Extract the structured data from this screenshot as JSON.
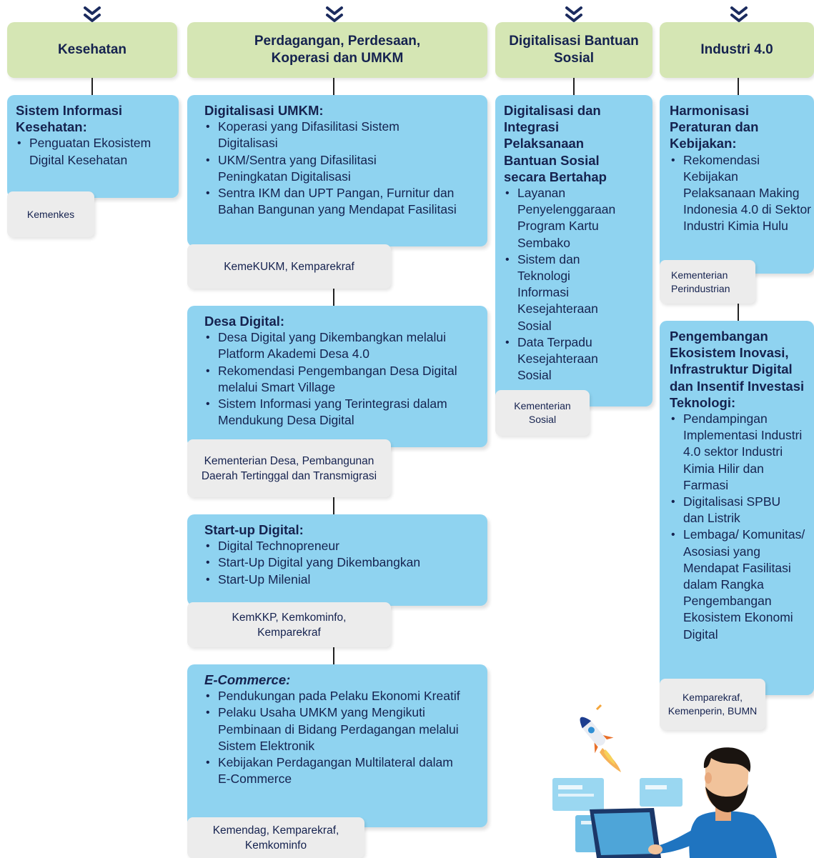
{
  "columns": [
    {
      "header": "Kesehatan",
      "cards": [
        {
          "title": "Sistem Informasi Kesehatan:",
          "items": [
            "Penguatan Ekosistem Digital Kesehatan"
          ],
          "agency": "Kemenkes"
        }
      ]
    },
    {
      "header": "Perdagangan, Perdesaan, Koperasi dan UMKM",
      "cards": [
        {
          "title": "Digitalisasi UMKM:",
          "items": [
            "Koperasi yang Difasilitasi Sistem Digitalisasi",
            "UKM/Sentra yang Difasilitasi Peningkatan Digitalisasi",
            "Sentra IKM dan UPT Pangan, Furnitur dan Bahan Bangunan yang Mendapat Fasilitasi"
          ],
          "agency": "KemeKUKM, Kemparekraf"
        },
        {
          "title": "Desa Digital:",
          "items": [
            "Desa Digital yang Dikembangkan melalui Platform Akademi Desa 4.0",
            "Rekomendasi Pengembangan Desa Digital melalui Smart Village",
            "Sistem Informasi yang Terintegrasi dalam Mendukung Desa Digital"
          ],
          "agency": "Kementerian Desa, Pembangunan Daerah Tertinggal dan Transmigrasi"
        },
        {
          "title": "Start-up Digital:",
          "items": [
            "Digital Technopreneur",
            "Start-Up Digital yang Dikembangkan",
            "Start-Up Milenial"
          ],
          "agency": "KemKKP, Kemkominfo, Kemparekraf"
        },
        {
          "title": "E-Commerce:",
          "items": [
            "Pendukungan pada Pelaku Ekonomi Kreatif",
            "Pelaku Usaha UMKM yang Mengikuti Pembinaan di Bidang Perdagangan melalui Sistem Elektronik",
            "Kebijakan Perdagangan Multilateral dalam E-Commerce"
          ],
          "agency": "Kemendag, Kemparekraf, Kemkominfo"
        }
      ]
    },
    {
      "header": "Digitalisasi Bantuan Sosial",
      "cards": [
        {
          "title": "Digitalisasi dan Integrasi Pelaksanaan Bantuan Sosial secara Bertahap",
          "items": [
            "Layanan Penyelenggaraan Program Kartu Sembako",
            "Sistem dan Teknologi Informasi Kesejahteraan Sosial",
            "Data Terpadu Kesejahteraan Sosial"
          ],
          "agency": "Kementerian Sosial"
        }
      ]
    },
    {
      "header": "Industri 4.0",
      "cards": [
        {
          "title": "Harmonisasi Peraturan dan Kebijakan:",
          "items": [
            "Rekomendasi Kebijakan Pelaksanaan Making Indonesia 4.0 di Sektor Industri Kimia Hulu"
          ],
          "agency": "Kementerian Perindustrian"
        },
        {
          "title": "Pengembangan Ekosistem Inovasi, Infrastruktur Digital dan Insentif Investasi Teknologi:",
          "items": [
            "Pendampingan Implementasi Industri 4.0 sektor Industri Kimia Hilir dan Farmasi",
            "Digitalisasi SPBU dan Listrik",
            "Lembaga/ Komunitas/ Asosiasi yang Mendapat Fasilitasi dalam Rangka Pengembangan Ekosistem Ekonomi Digital"
          ],
          "agency": "Kemparekraf, Kemenperin, BUMN"
        }
      ]
    }
  ],
  "colors": {
    "header": "#d5e6b4",
    "card": "#8fd3f0",
    "label": "#ececec",
    "text": "#15224f"
  },
  "icons": [
    "chevron-double-down-icon",
    "rocket-illustration",
    "person-at-laptop-illustration"
  ]
}
